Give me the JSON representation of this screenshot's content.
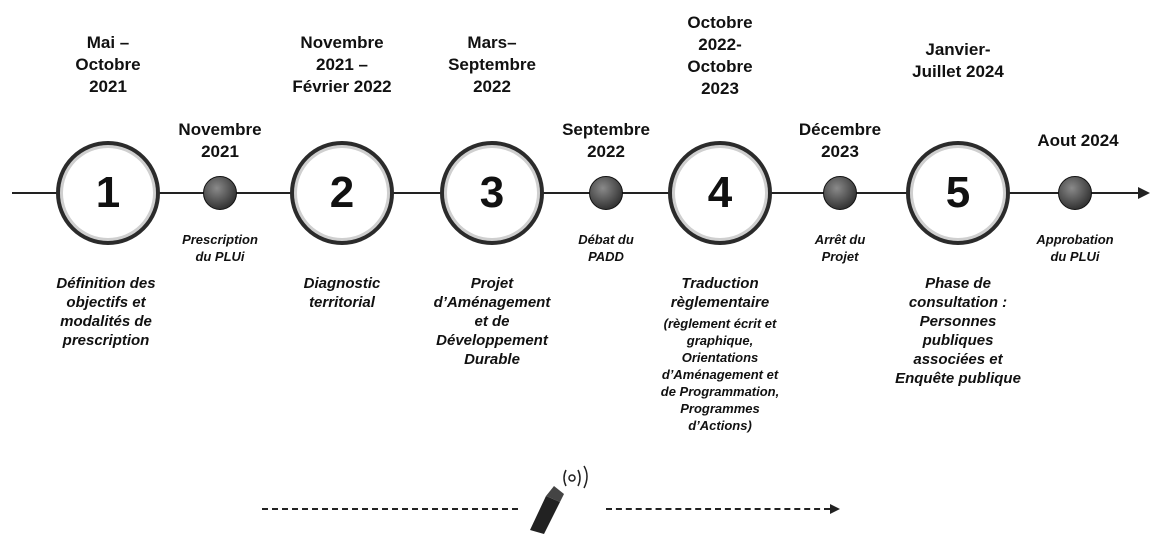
{
  "phases": [
    {
      "number": "1",
      "date": "Mai –\nOctobre\n2021",
      "description": "Définition des\nobjectifs et\nmodalités de\nprescription"
    },
    {
      "number": "2",
      "date": "Novembre\n2021 –\nFévrier 2022",
      "description": "Diagnostic\nterritorial"
    },
    {
      "number": "3",
      "date": "Mars–\nSeptembre\n2022",
      "description": "Projet\nd’Aménagement\net de\nDéveloppement\nDurable"
    },
    {
      "number": "4",
      "date": "Octobre\n2022-\nOctobre\n2023",
      "description_title": "Traduction\nrèglementaire",
      "description": "(règlement écrit et\ngraphique,\nOrientations\nd’Aménagement et\nde Programmation,\nProgrammes\nd’Actions)"
    },
    {
      "number": "5",
      "date": "Janvier-\nJuillet 2024",
      "description": "Phase de\nconsultation :\nPersonnes\npubliques\nassociées et\nEnquête publique"
    }
  ],
  "milestones": [
    {
      "date": "Novembre\n2021",
      "label": "Prescription\ndu PLUi"
    },
    {
      "date": "Septembre\n2022",
      "label": "Débat du\nPADD"
    },
    {
      "date": "Décembre\n2023",
      "label": "Arrêt du\nProjet"
    },
    {
      "date": "Aout 2024",
      "label": "Approbation\ndu PLUi"
    }
  ],
  "colors": {
    "line": "#222222",
    "dot": "#444444",
    "circle_border": "#2b2b2b"
  },
  "icons": [
    "megaphone-icon"
  ]
}
